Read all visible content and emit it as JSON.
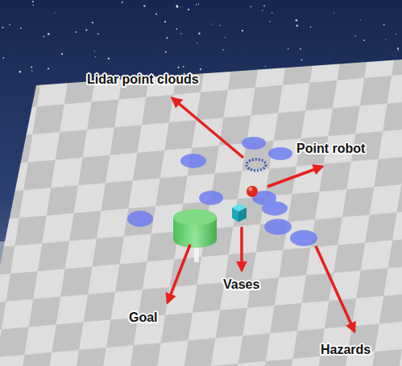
{
  "diagram": {
    "labels": [
      "Lidar point clouds",
      "Point robot",
      "Vases",
      "Goal",
      "Hazards"
    ]
  }
}
